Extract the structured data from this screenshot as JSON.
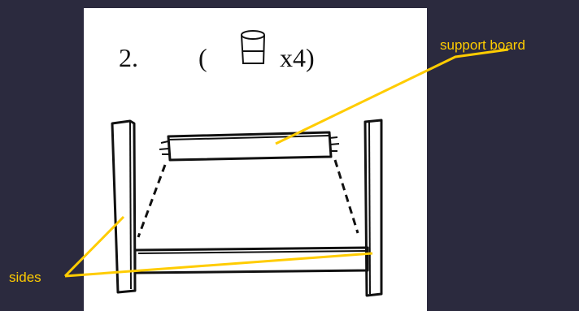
{
  "step": {
    "number": "2.",
    "open_paren": "(",
    "quantity": "x4)",
    "part_icon": "dowel-icon"
  },
  "callouts": {
    "support_board": "support board",
    "sides": "sides"
  },
  "colors": {
    "background": "#2b2a3e",
    "panel": "#ffffff",
    "ink": "#111111",
    "callout": "#ffcc00"
  }
}
